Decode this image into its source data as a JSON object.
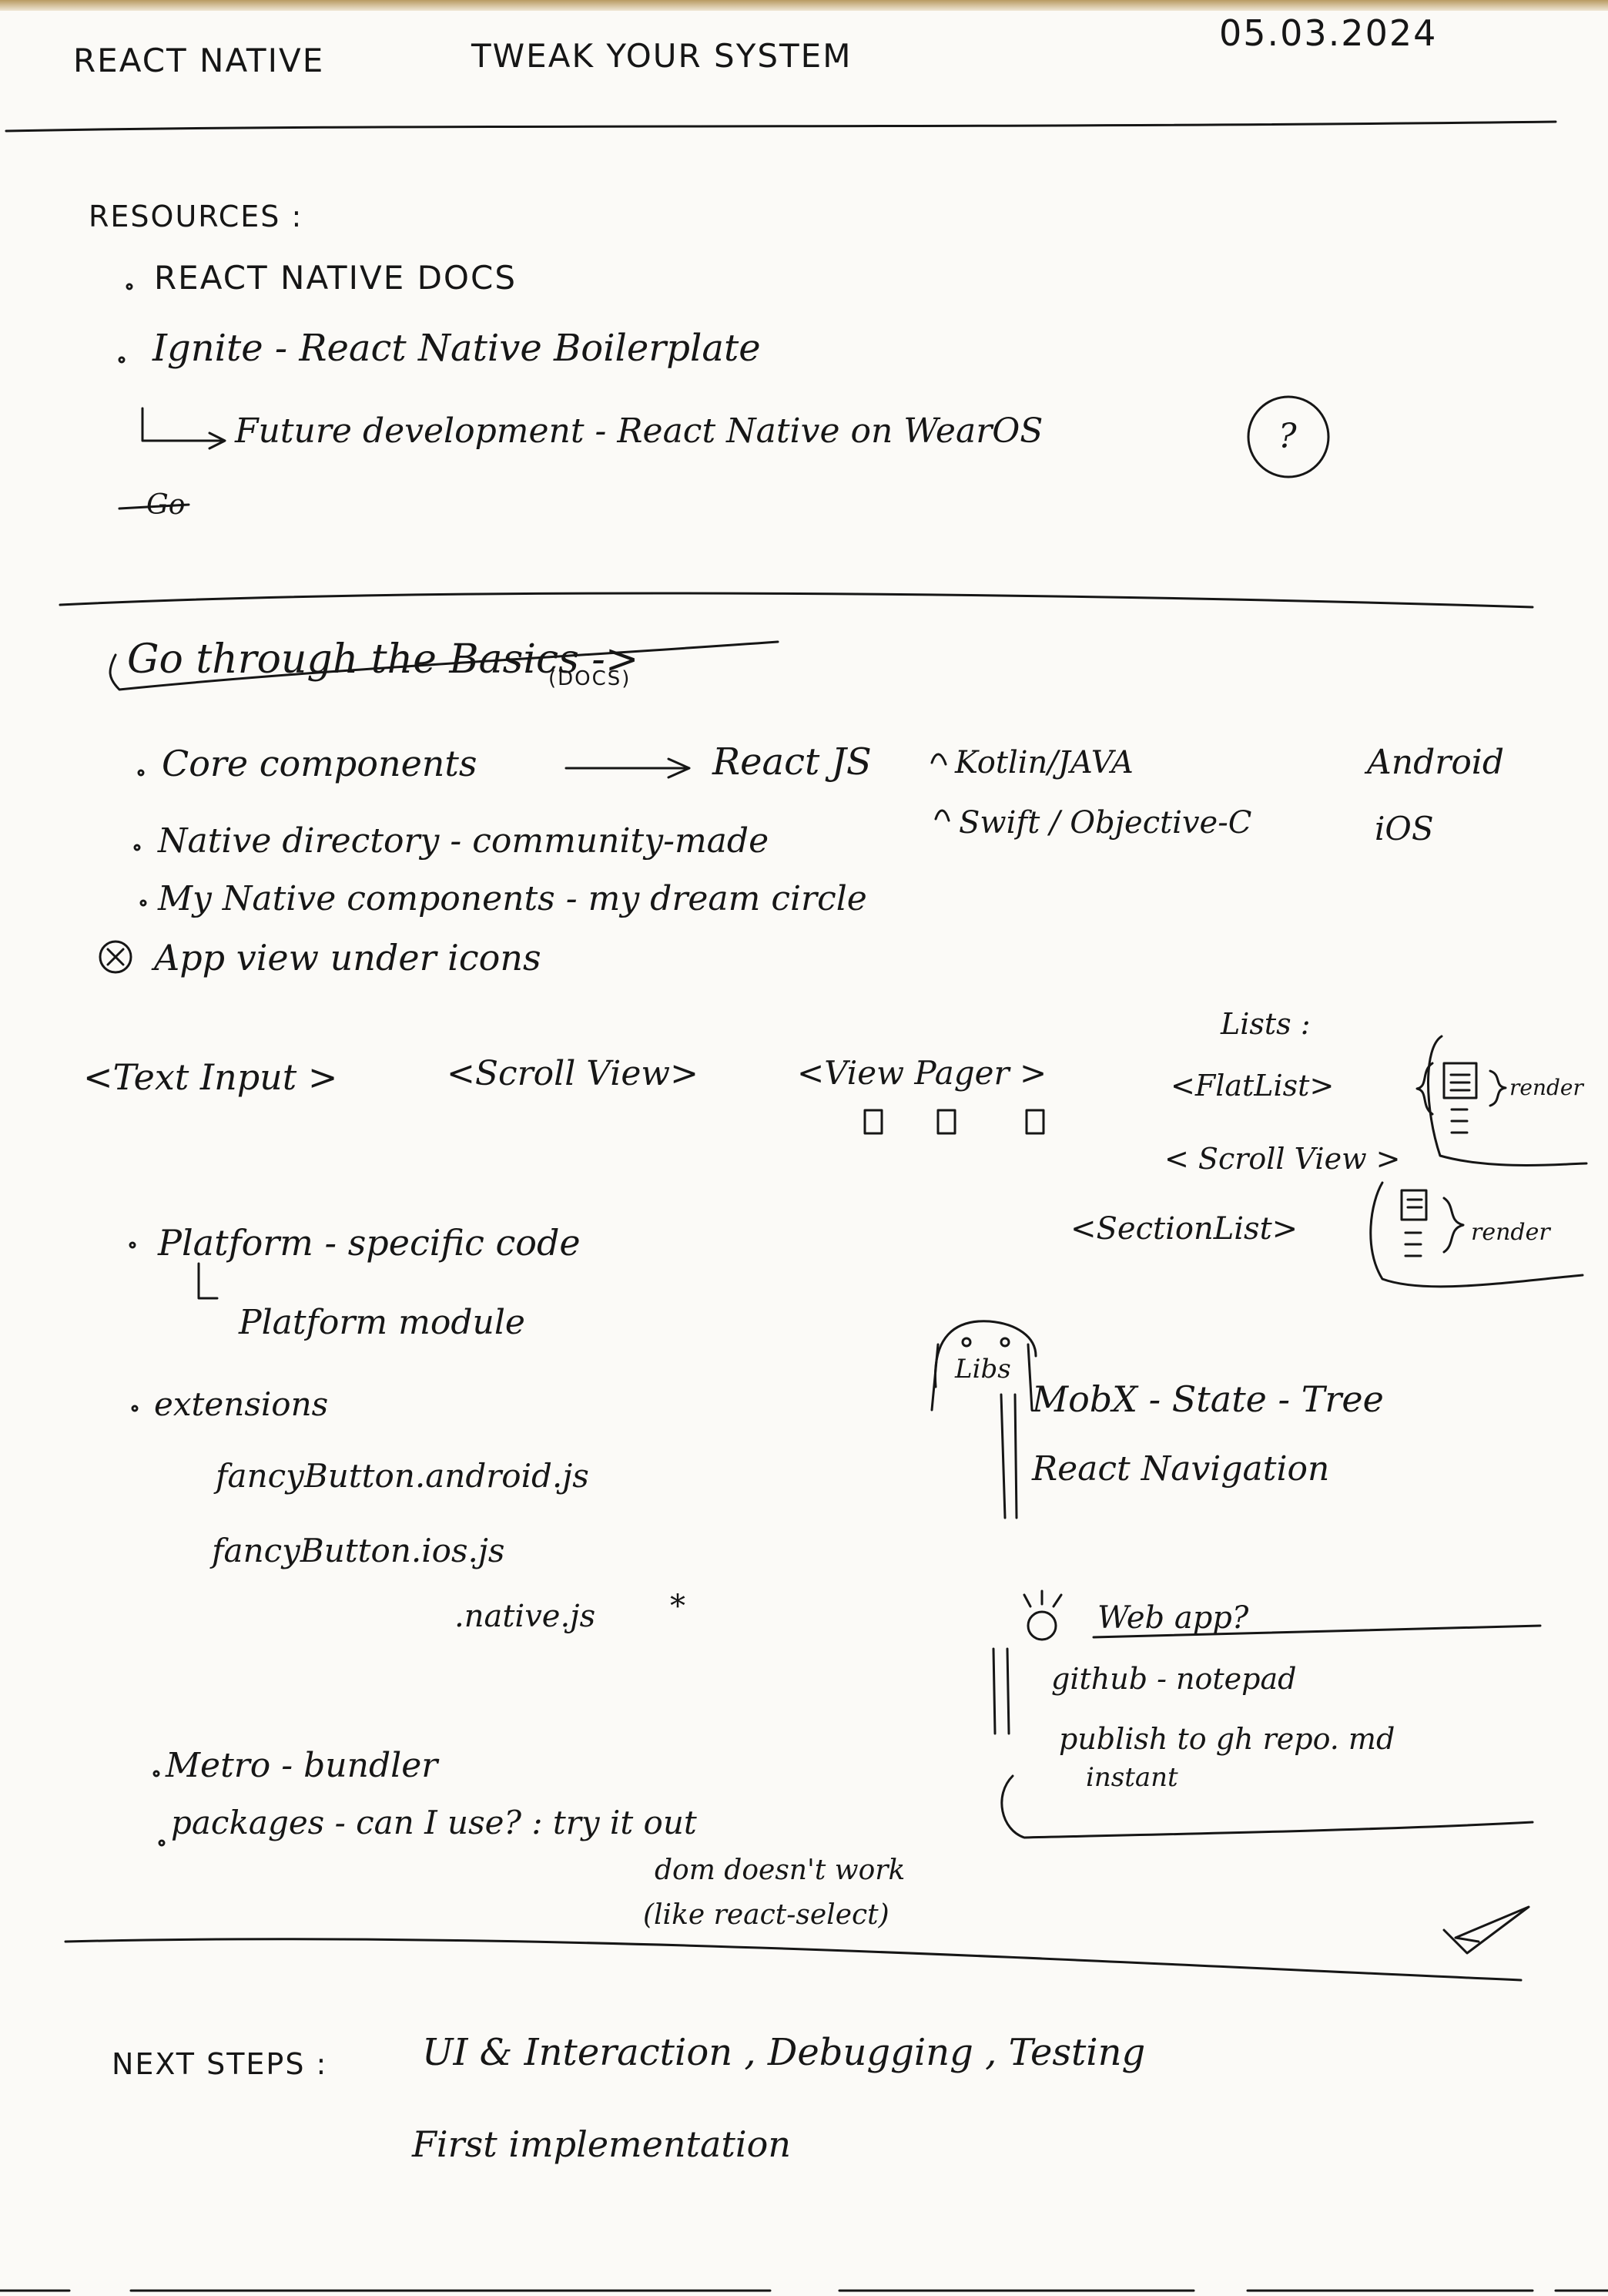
{
  "header": {
    "subject": "REACT NATIVE",
    "title": "TWEAK YOUR SYSTEM",
    "date": "05.03.2024"
  },
  "resources": {
    "heading": "RESOURCES :",
    "items": [
      "REACT NATIVE DOCS",
      "Ignite - React Native Boilerplate",
      "Future development - React Native on WearOS",
      "Go"
    ],
    "question_mark": "?"
  },
  "basics": {
    "heading": "Go through the Basics ->",
    "docs_note": "(DOCS)",
    "bullets": [
      "Core components",
      "Native directory - community-made",
      "My Native components - my dream circle",
      "App view under icons"
    ],
    "mapping": {
      "react_js": "React JS",
      "kotlin_java": "Kotlin/JAVA",
      "swift_objc": "Swift / Objective-C",
      "android": "Android",
      "ios": "iOS"
    },
    "components": {
      "text_input": "<Text Input >",
      "scroll_view": "<Scroll View>",
      "view_pager": "<View Pager >",
      "view_pager_sketch": "[]<->[]<->[]"
    },
    "lists": {
      "heading": "Lists :",
      "flatlist": "<FlatList>",
      "scrollview": "< Scroll View >",
      "sectionlist": "<SectionList>",
      "render_1": "render",
      "render_2": "render"
    }
  },
  "platform": {
    "bullet": "Platform - specific code",
    "sub": "Platform module",
    "extensions": "extensions",
    "files": [
      "fancyButton.android.js",
      "fancyButton.ios.js",
      ".native.js"
    ],
    "asterisk": "*"
  },
  "libs": {
    "label": "Libs",
    "items": [
      "MobX - State - Tree",
      "React Navigation"
    ]
  },
  "webapp": {
    "label": "Web app?",
    "lines": [
      "github - notepad",
      "publish to gh repo. md",
      "instant"
    ]
  },
  "tools": {
    "metro": "Metro - bundler",
    "packages": "packages - can I use? : try it out",
    "note_1": "dom doesn't work",
    "note_2": "(like react-select)"
  },
  "next_steps": {
    "label": "NEXT STEPS :",
    "items": "UI & Interaction , Debugging , Testing",
    "line2": "First implementation"
  }
}
